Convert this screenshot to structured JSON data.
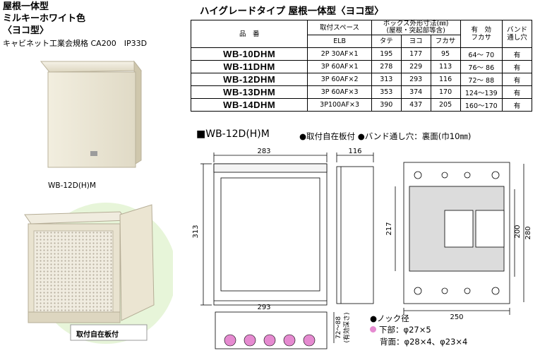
{
  "left": {
    "title_line1": "屋根一体型",
    "title_line2": "ミルキーホワイト色",
    "title_line3": "〈ヨコ型〉",
    "subtitle": "キャビネット工業会規格 CA200　IP33D",
    "photo_caption": "WB-12D(H)M",
    "open_caption": "取付自在板付"
  },
  "table": {
    "title": "ハイグレードタイプ 屋根一体型〈ヨコ型〉",
    "headers": {
      "name": "品　番",
      "mount": "取付スペース",
      "mount_sub": "ELB",
      "box": "ボックス外形寸法(㎜)",
      "box_sub": "(屋根・突起部等含)",
      "tate": "タテ",
      "yoko": "ヨコ",
      "fukasa": "フカサ",
      "yuko1": "有　効",
      "yuko2": "フカサ",
      "band1": "バンド",
      "band2": "通し穴"
    },
    "rows": [
      {
        "code": "WB-10DHM",
        "mount": "2P 30AF×1",
        "tate": "195",
        "yoko": "177",
        "fukasa": "95",
        "eff": "64～ 70",
        "band": "有"
      },
      {
        "code": "WB-11DHM",
        "mount": "3P 60AF×1",
        "tate": "278",
        "yoko": "229",
        "fukasa": "113",
        "eff": "76～ 86",
        "band": "有"
      },
      {
        "code": "WB-12DHM",
        "mount": "3P 60AF×2",
        "tate": "313",
        "yoko": "293",
        "fukasa": "116",
        "eff": "72～ 88",
        "band": "有"
      },
      {
        "code": "WB-13DHM",
        "mount": "3P 60AF×3",
        "tate": "353",
        "yoko": "374",
        "fukasa": "170",
        "eff": "124～139",
        "band": "有"
      },
      {
        "code": "WB-14DHM",
        "mount": "3P100AF×3",
        "tate": "390",
        "yoko": "437",
        "fukasa": "205",
        "eff": "160～170",
        "band": "有"
      }
    ]
  },
  "drawing": {
    "title": "■WB-12D(H)M",
    "notes": "●取付自在板付 ●バンド通し穴：裏面(巾10㎜)",
    "dim_width_top": "283",
    "dim_depth": "116",
    "dim_height_left": "313",
    "dim_width_bottom": "293",
    "dim_inner_h": "217",
    "dim_200": "200",
    "dim_280": "280",
    "dim_250": "250",
    "dim_72_88": "72～88",
    "dim_eff": "(有効深さ)",
    "knock_title": "●ノック径",
    "knock_bottom": "下部：φ27×5",
    "knock_back": "背面：φ28×4、φ23×4"
  },
  "colors": {
    "box_fill": "#efeadb",
    "knock_pink": "#e58ad0",
    "panel_gray": "#dcdcdc"
  }
}
